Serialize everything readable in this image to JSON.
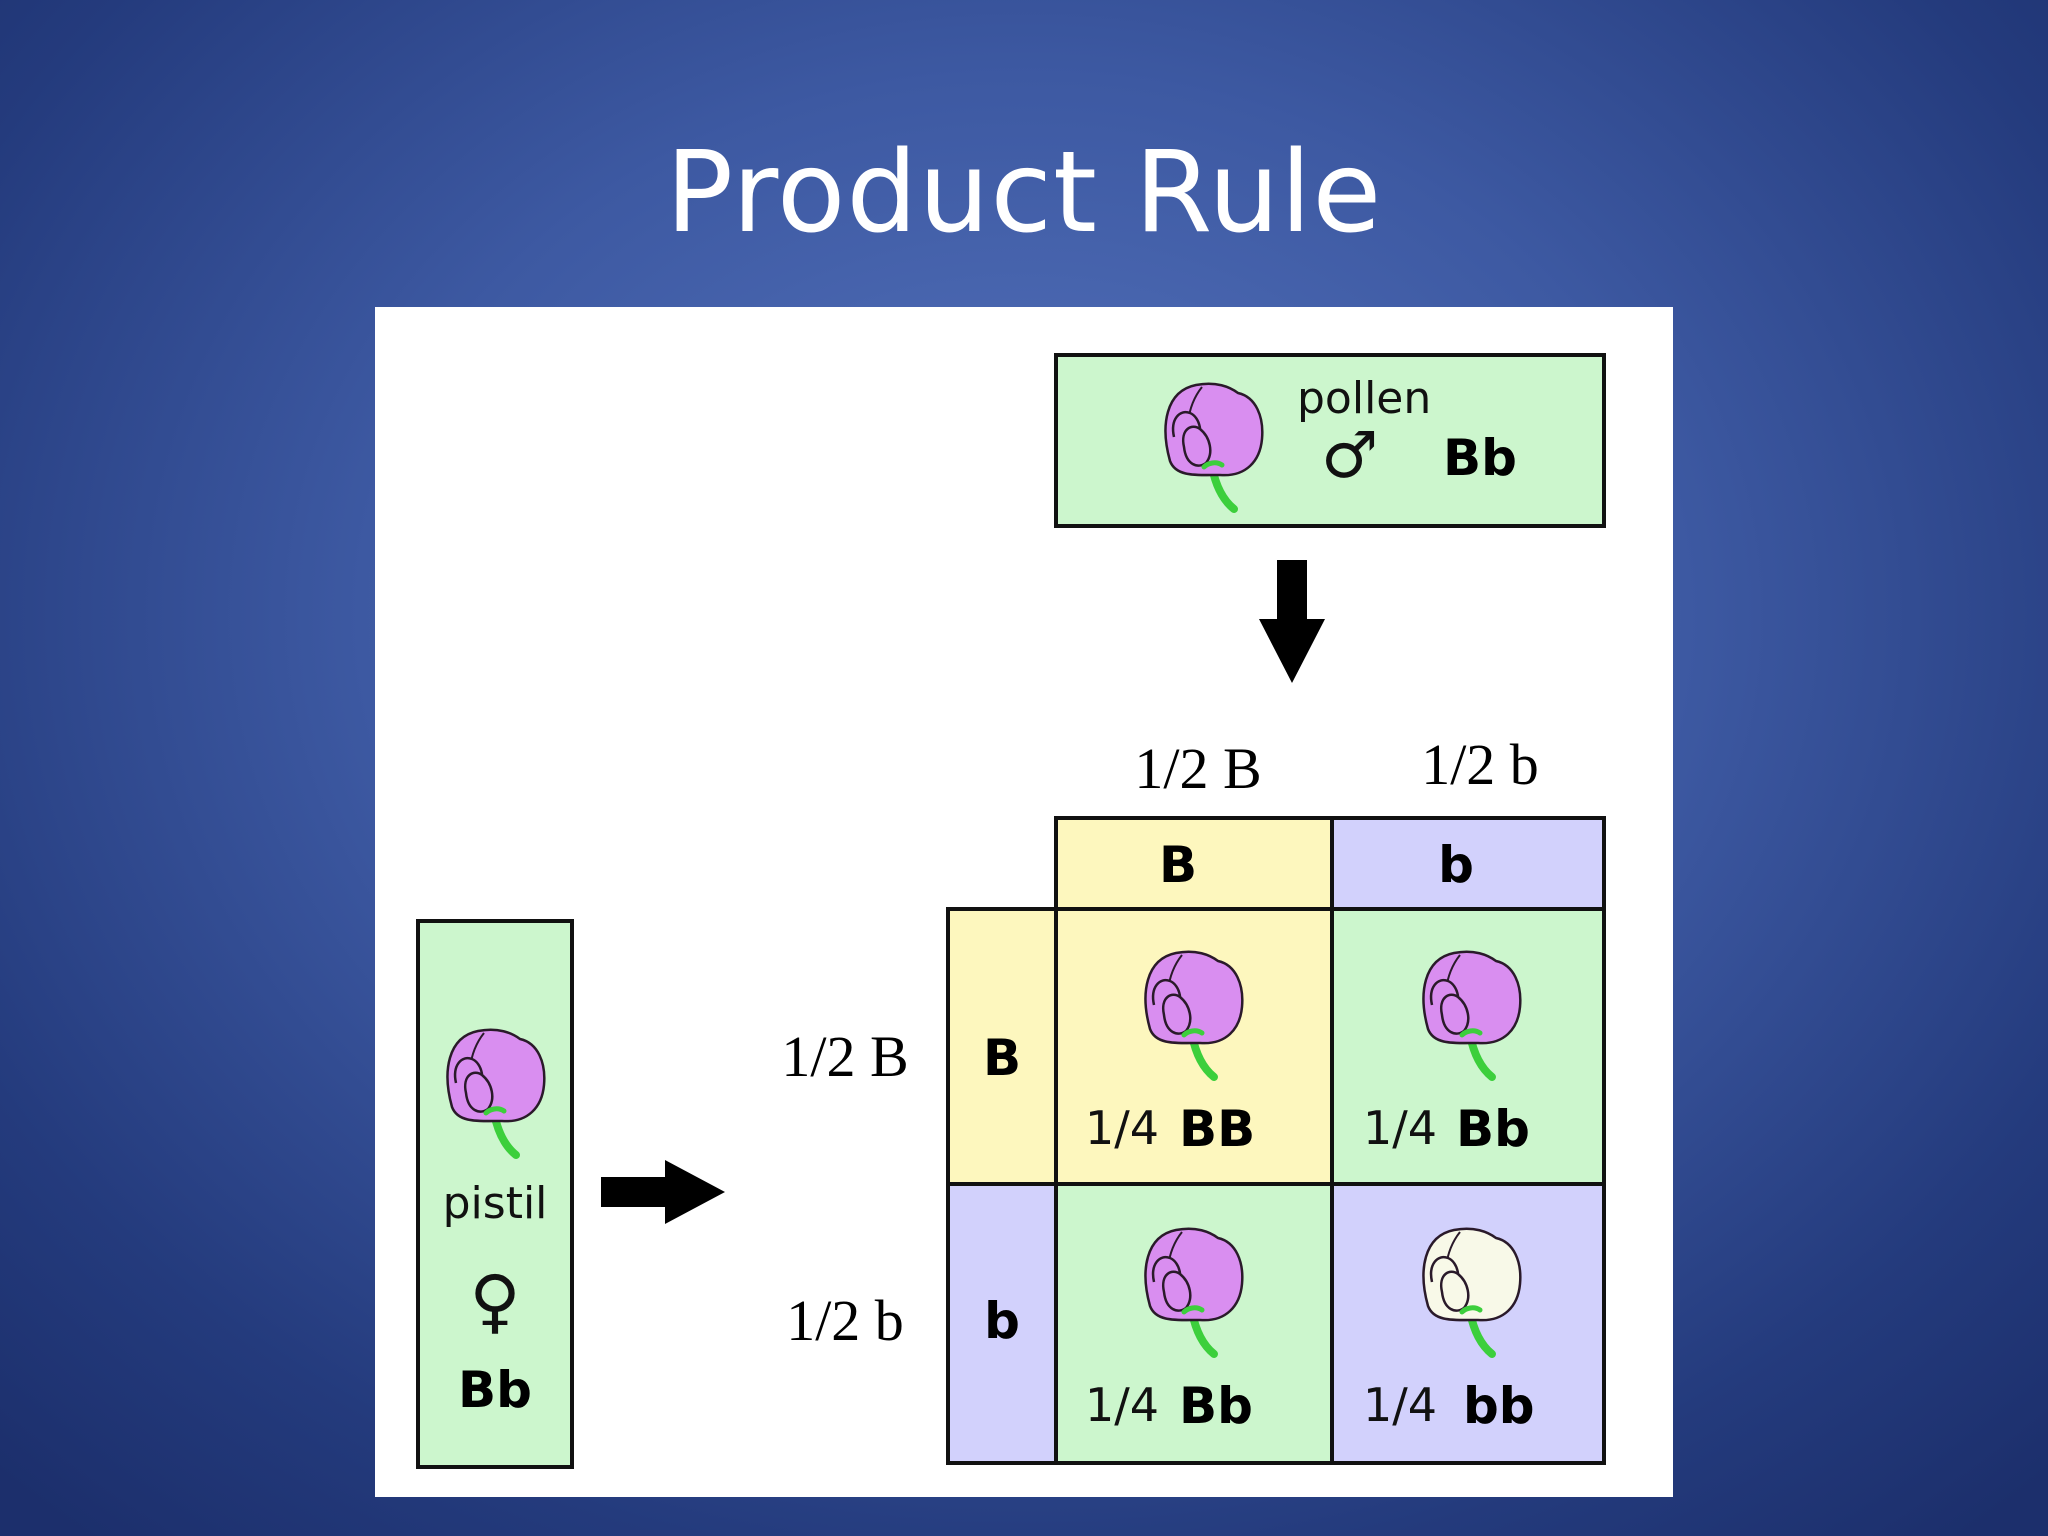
{
  "title": "Product Rule",
  "colors": {
    "green_cell": "#ccf6cd",
    "yellow_cell": "#fdf7be",
    "purple_cell": "#d2d1fc",
    "flower_purple": "#d98ef0",
    "flower_white": "#f8f9e8",
    "stem": "#3ccf3c"
  },
  "pollen": {
    "label": "pollen",
    "symbol": "♂",
    "genotype": "Bb",
    "icon": "purple-flower-icon"
  },
  "pistil": {
    "label": "pistil",
    "symbol": "♀",
    "genotype": "Bb",
    "icon": "purple-flower-icon"
  },
  "punnett": {
    "col_probabilities": [
      "1/2 B",
      "1/2 b"
    ],
    "col_alleles": [
      "B",
      "b"
    ],
    "row_probabilities": [
      "1/2 B",
      "1/2 b"
    ],
    "row_alleles": [
      "B",
      "b"
    ],
    "cells": [
      [
        {
          "prob": "1/4",
          "genotype": "BB",
          "flower": "purple"
        },
        {
          "prob": "1/4",
          "genotype": "Bb",
          "flower": "purple"
        }
      ],
      [
        {
          "prob": "1/4",
          "genotype": "Bb",
          "flower": "purple"
        },
        {
          "prob": "1/4",
          "genotype": "bb",
          "flower": "white"
        }
      ]
    ]
  }
}
